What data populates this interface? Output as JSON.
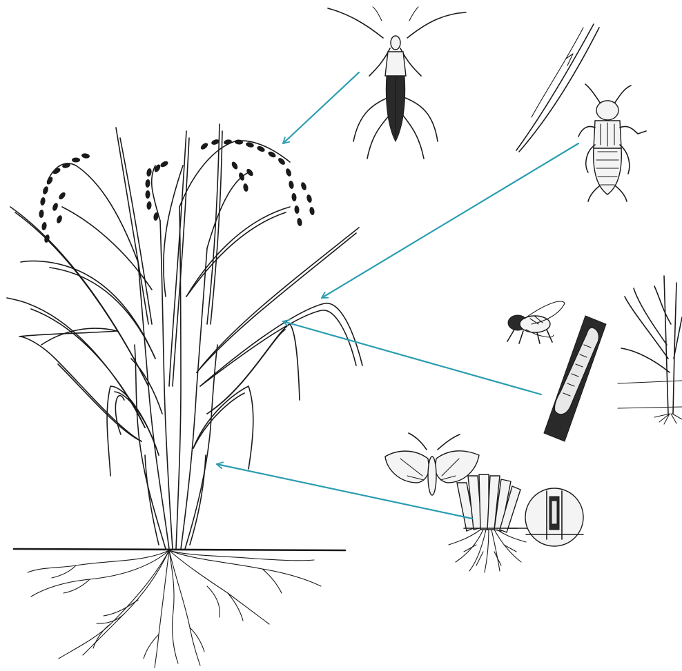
{
  "figure": {
    "background": "#ffffff",
    "ink_color": "#1a1a1a",
    "arrow_color": "#2a9db0",
    "host": {
      "icon": "rice-plant-icon"
    },
    "pests": [
      {
        "id": "panicle-pest",
        "icon": "stink-bug-icon",
        "target": "panicles"
      },
      {
        "id": "leaf-pest",
        "icon": "mole-cricket-icon",
        "extra_icon": "leaf-blade-icon",
        "target": "leaves"
      },
      {
        "id": "stem-pest",
        "icon": "fly-icon",
        "extra_icons": [
          "larva-in-stem-icon",
          "seedling-icon"
        ],
        "target": "upper-stem"
      },
      {
        "id": "base-pest",
        "icon": "moth-icon",
        "extra_icons": [
          "tiller-base-icon",
          "magnifier-icon"
        ],
        "target": "stem-base"
      }
    ]
  }
}
